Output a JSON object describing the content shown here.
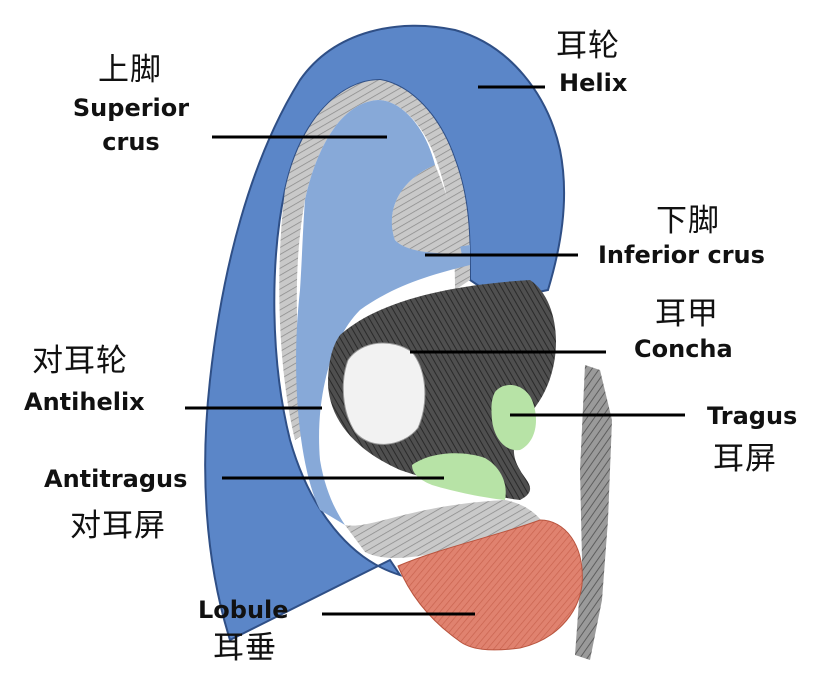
{
  "labels": {
    "superior_crus": {
      "zh": "上脚",
      "en_line1": "Superior",
      "en_line2": "crus"
    },
    "helix": {
      "zh": "耳轮",
      "en": "Helix"
    },
    "inferior_crus": {
      "zh": "下脚",
      "en": "Inferior crus"
    },
    "concha": {
      "zh": "耳甲",
      "en": "Concha"
    },
    "antihelix": {
      "zh": "对耳轮",
      "en": "Antihelix"
    },
    "tragus": {
      "en": "Tragus",
      "zh": "耳屏"
    },
    "antitragus": {
      "en": "Antitragus",
      "zh": "对耳屏"
    },
    "lobule": {
      "en": "Lobule",
      "zh": "耳垂"
    }
  },
  "colors": {
    "helix_blue": "#5b86c8",
    "antihelix_blue": "#87a9d8",
    "tragus_green": "#b7e3a6",
    "lobule_red": "#e0826f",
    "line": "#000000",
    "skin_gray": "#8f8f8f",
    "concha_white": "#f2f2f2"
  }
}
